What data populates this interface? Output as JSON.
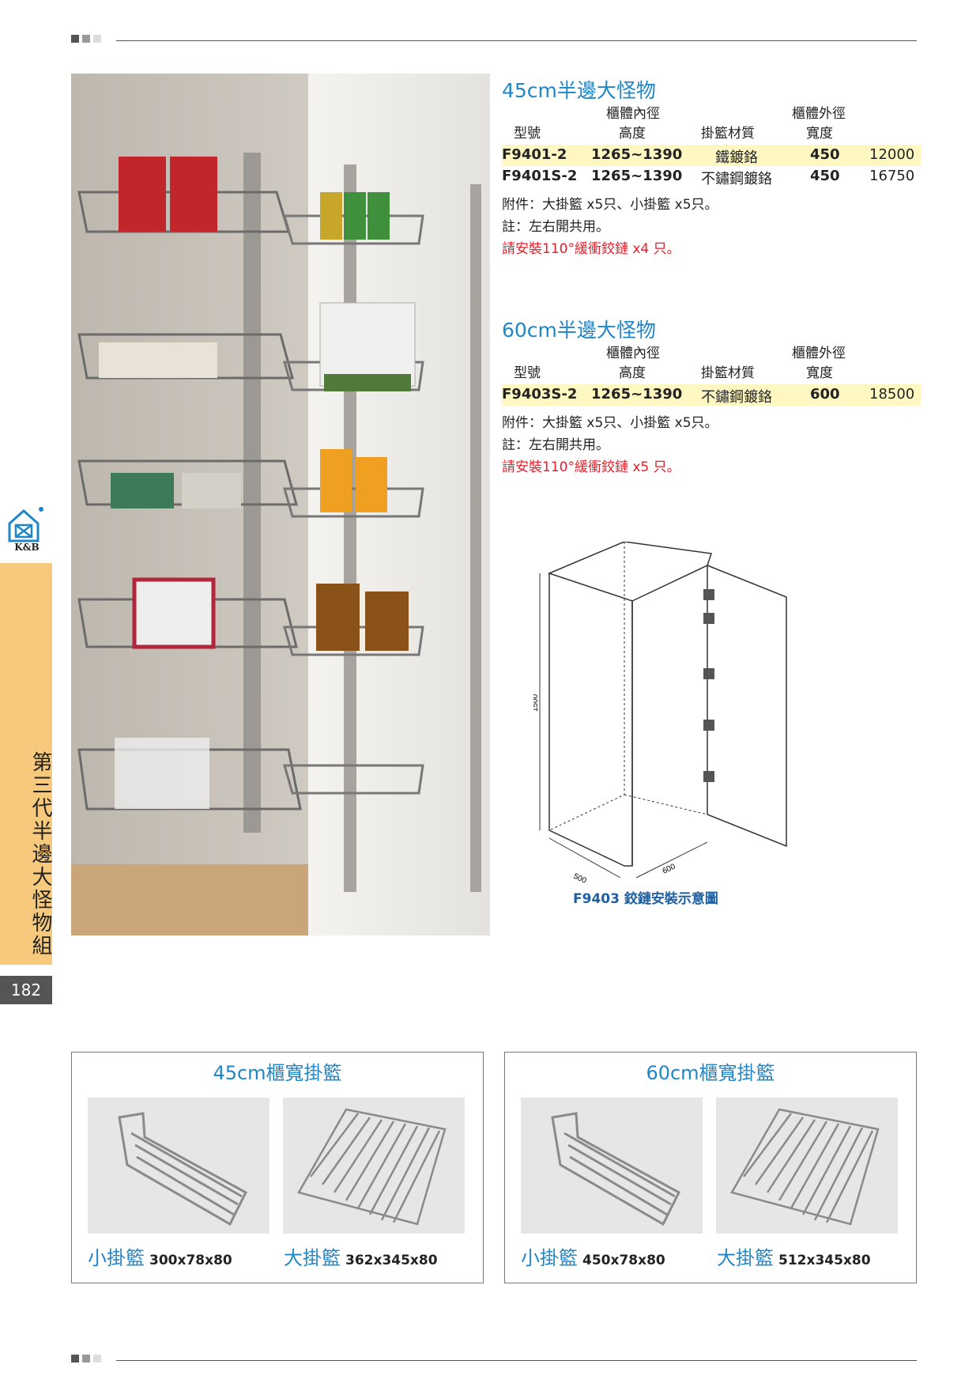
{
  "colors": {
    "accent": "#1f86c7",
    "warning": "#e0202b",
    "tab": "#f6c97c",
    "highlight": "#fff7c2"
  },
  "brand": {
    "logo_text": "K&B"
  },
  "side_tab": {
    "label": "第三代半邊大怪物組",
    "page_number": "182"
  },
  "products": [
    {
      "title": "45cm半邊大怪物",
      "headers": {
        "inner_dim": "櫃體內徑",
        "outer_dim": "櫃體外徑",
        "model": "型號",
        "height": "高度",
        "material": "掛籃材質",
        "width": "寬度"
      },
      "rows": [
        {
          "model": "F9401-2",
          "height": "1265~1390",
          "material": "鐵鍍鉻",
          "width": "450",
          "price": "12000"
        },
        {
          "model": "F9401S-2",
          "height": "1265~1390",
          "material": "不鏽鋼鍍鉻",
          "width": "450",
          "price": "16750"
        }
      ],
      "accessory": "附件：大掛籃 x5只、小掛籃 x5只。",
      "note": "註：左右開共用。",
      "warning": "請安裝110°緩衝鉸鏈 x4 只。"
    },
    {
      "title": "60cm半邊大怪物",
      "headers": {
        "inner_dim": "櫃體內徑",
        "outer_dim": "櫃體外徑",
        "model": "型號",
        "height": "高度",
        "material": "掛籃材質",
        "width": "寬度"
      },
      "rows": [
        {
          "model": "F9403S-2",
          "height": "1265~1390",
          "material": "不鏽鋼鍍鉻",
          "width": "600",
          "price": "18500"
        }
      ],
      "accessory": "附件：大掛籃 x5只、小掛籃 x5只。",
      "note": "註：左右開共用。",
      "warning": "請安裝110°緩衝鉸鏈 x5 只。"
    }
  ],
  "diagram": {
    "caption": "F9403 鉸鏈安裝示意圖",
    "height_label": "1500",
    "depth_label": "500",
    "width_label": "600"
  },
  "baskets": [
    {
      "title": "45cm櫃寬掛籃",
      "small": {
        "name": "小掛籃",
        "size": "300x78x80"
      },
      "large": {
        "name": "大掛籃",
        "size": "362x345x80"
      }
    },
    {
      "title": "60cm櫃寬掛籃",
      "small": {
        "name": "小掛籃",
        "size": "450x78x80"
      },
      "large": {
        "name": "大掛籃",
        "size": "512x345x80"
      }
    }
  ]
}
